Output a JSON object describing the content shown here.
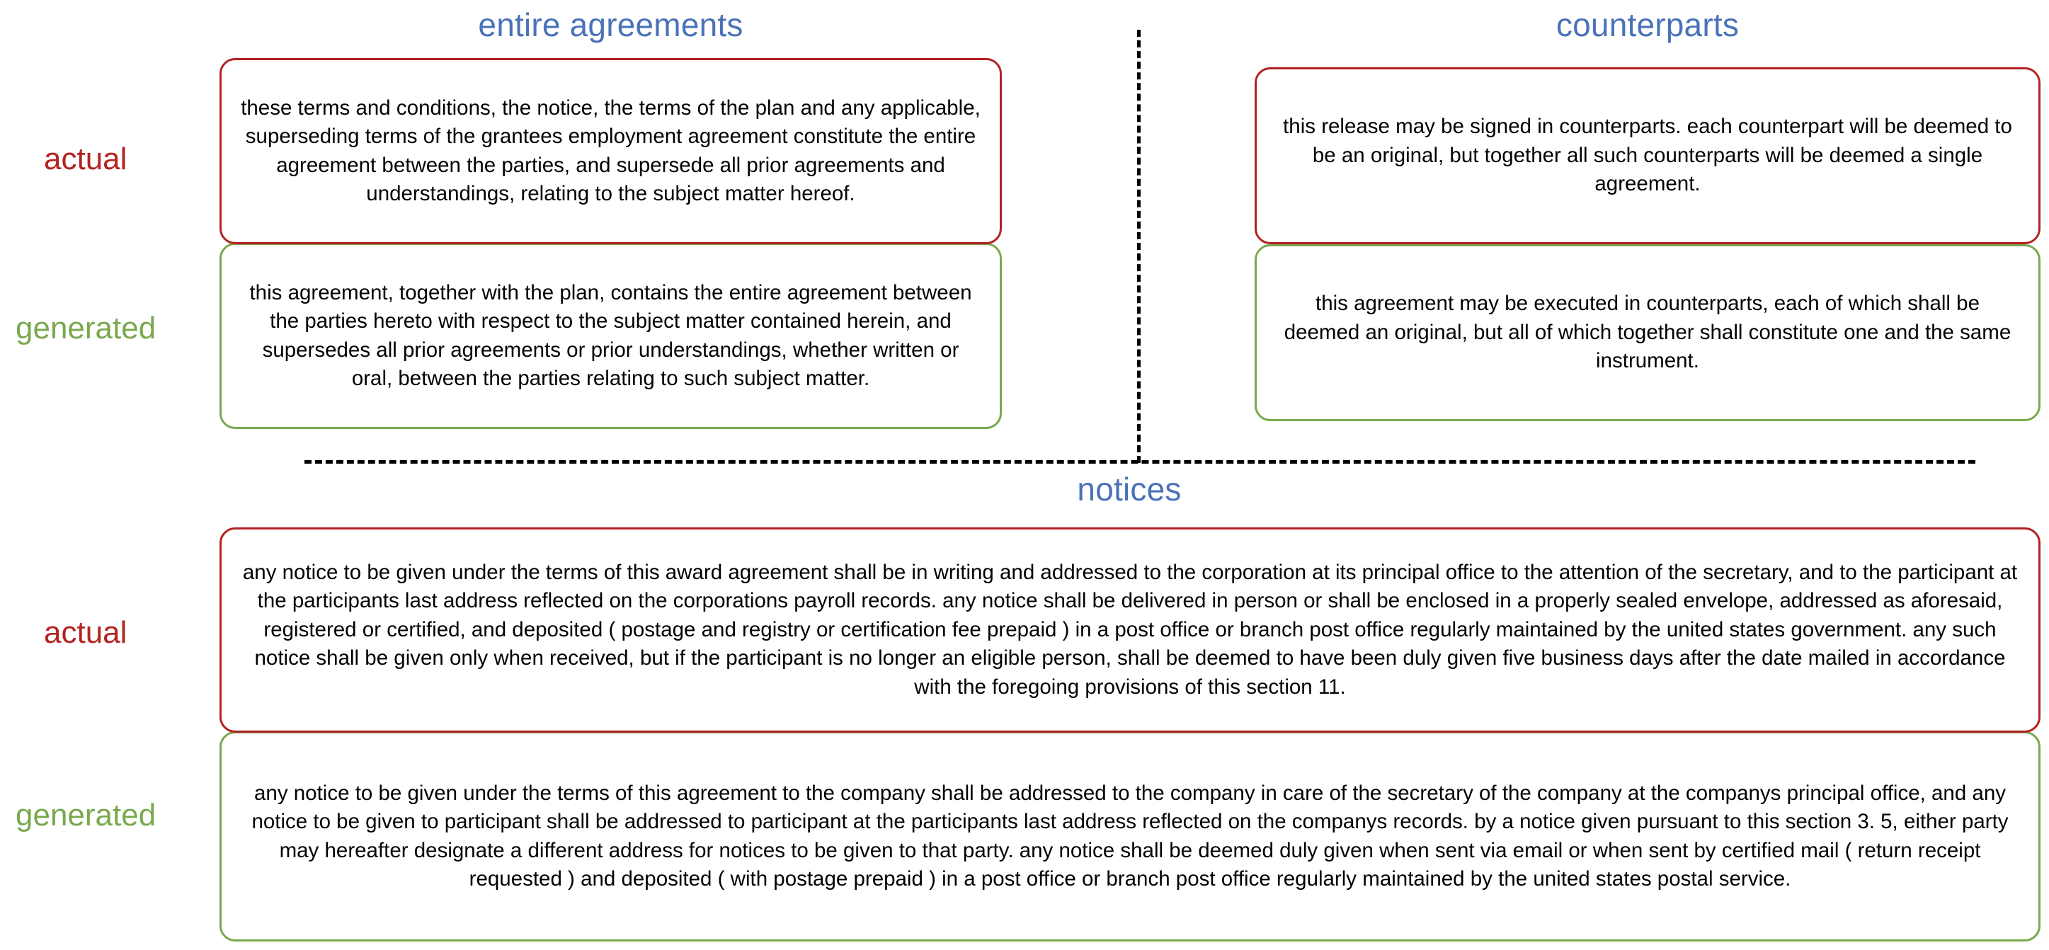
{
  "sections": {
    "entire_agreements": {
      "title": "entire agreements",
      "actual_label": "actual",
      "generated_label": "generated",
      "actual_text": "these terms and conditions, the notice, the terms of the plan and any applicable, superseding terms of the grantees employment agreement constitute the entire agreement between the parties, and supersede all prior agreements and understandings, relating to the subject matter hereof.",
      "generated_text": "this agreement, together with the plan, contains the entire agreement between the parties hereto with respect to the subject matter contained herein, and supersedes all prior agreements or prior understandings, whether written or oral, between the parties relating to such subject matter."
    },
    "counterparts": {
      "title": "counterparts",
      "actual_text": "this release may be signed in counterparts. each counterpart will be deemed to be an original, but together all such counterparts will be deemed a single agreement.",
      "generated_text": "this agreement may be executed in counterparts, each of which shall be deemed an original, but all of which together shall constitute one and the same instrument."
    },
    "notices": {
      "title": "notices",
      "actual_label": "actual",
      "generated_label": "generated",
      "actual_text": "any notice to be given under the terms of this award agreement shall be in writing and addressed to the corporation at its principal office to the attention of the secretary, and to the participant at the participants last address reflected on the corporations payroll records. any notice shall be delivered in person or shall be enclosed in a properly sealed envelope, addressed as aforesaid, registered or certified, and deposited ( postage and registry or certification fee prepaid ) in a post office or branch post office regularly maintained by the united states government. any such notice shall be given only when received, but if the participant is no longer an eligible person, shall be deemed to have been duly given five business days after the date mailed in accordance with the foregoing provisions of this section 11.",
      "generated_text": "any notice to be given under the terms of this agreement to the company shall be addressed to the company in care of the secretary of the company at the companys principal office, and any notice to be given to participant shall be addressed to participant at the participants last address reflected on the companys records. by a notice given pursuant to this section 3. 5, either party may hereafter designate a different address for notices to be given to that party. any notice shall be deemed duly given when sent via email or when sent by certified mail ( return receipt requested ) and deposited ( with postage prepaid ) in a post office or branch post office regularly maintained by the united states postal service."
    }
  },
  "colors": {
    "title_blue": "#4a72b8",
    "actual_red": "#b42320",
    "generated_green": "#7aa84e",
    "box_actual_border": "#b22222",
    "box_generated_border": "#7aa84e",
    "divider": "#000000",
    "background": "#ffffff"
  }
}
